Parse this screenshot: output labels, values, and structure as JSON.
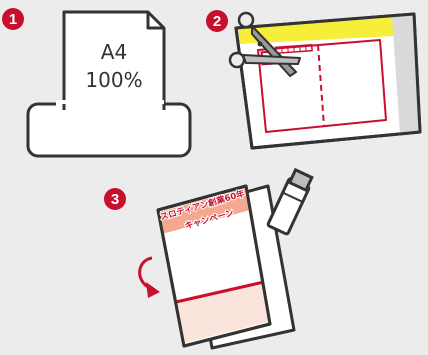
{
  "steps": [
    {
      "number": "1"
    },
    {
      "number": "2"
    },
    {
      "number": "3"
    }
  ],
  "printer": {
    "paper_size": "A4",
    "scale": "100%"
  },
  "flyer": {
    "headline_line1": "スロティアン創業60年",
    "headline_line2": "キャンペーン"
  },
  "colors": {
    "accent_red": "#c8102e",
    "highlight_yellow": "#f7ee3a",
    "flyer_header": "#f4a88f",
    "flyer_footer": "#fbe4dc",
    "outline": "#333333",
    "background": "#ececec"
  },
  "icons": [
    "printer-icon",
    "document-icon",
    "scissors-icon",
    "postcard-icon",
    "glue-stick-icon",
    "rotate-arrow-icon"
  ]
}
